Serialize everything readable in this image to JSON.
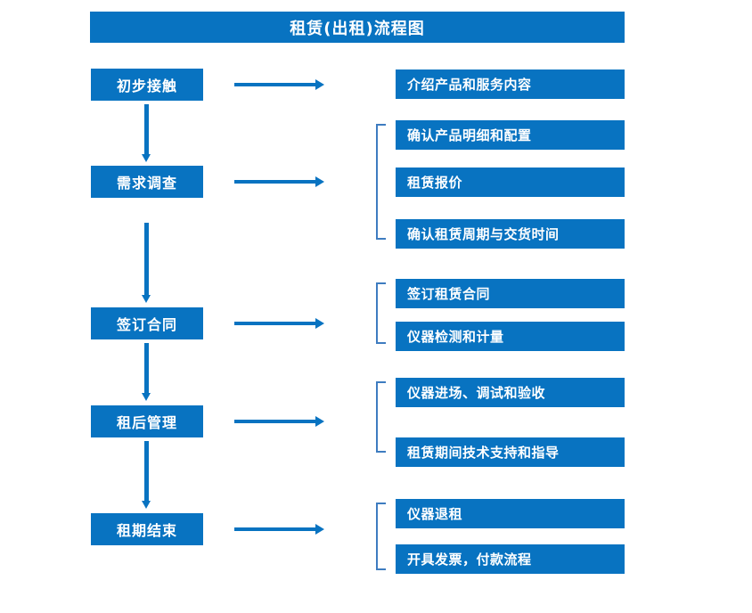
{
  "title": "租赁(出租)流程图",
  "colors": {
    "box_fill": "#0873C1",
    "box_text": "#FFFFFF",
    "arrow": "#0873C1",
    "bracket": "#3E7CC0",
    "background": "#FFFFFF"
  },
  "stages": [
    {
      "label": "初步接触"
    },
    {
      "label": "需求调查"
    },
    {
      "label": "签订合同"
    },
    {
      "label": "租后管理"
    },
    {
      "label": "租期结束"
    }
  ],
  "details": [
    {
      "label": "介绍产品和服务内容"
    },
    {
      "label": "确认产品明细和配置"
    },
    {
      "label": "租赁报价"
    },
    {
      "label": "确认租赁周期与交货时间"
    },
    {
      "label": "签订租赁合同"
    },
    {
      "label": "仪器检测和计量"
    },
    {
      "label": "仪器进场、调试和验收"
    },
    {
      "label": "租赁期间技术支持和指导"
    },
    {
      "label": "仪器退租"
    },
    {
      "label": "开具发票，付款流程"
    }
  ],
  "groups": [
    {
      "stage": "初步接触",
      "detail_indices": [
        0
      ],
      "bracketed": false
    },
    {
      "stage": "需求调查",
      "detail_indices": [
        1,
        2,
        3
      ],
      "bracketed": true
    },
    {
      "stage": "签订合同",
      "detail_indices": [
        4,
        5
      ],
      "bracketed": true
    },
    {
      "stage": "租后管理",
      "detail_indices": [
        6,
        7
      ],
      "bracketed": true
    },
    {
      "stage": "租期结束",
      "detail_indices": [
        8,
        9
      ],
      "bracketed": true
    }
  ],
  "flow_arrows": [
    {
      "from": "初步接触",
      "to": "需求调查",
      "direction": "down"
    },
    {
      "from": "需求调查",
      "to": "签订合同",
      "direction": "down"
    },
    {
      "from": "签订合同",
      "to": "租后管理",
      "direction": "down"
    },
    {
      "from": "租后管理",
      "to": "租期结束",
      "direction": "down"
    },
    {
      "from": "初步接触",
      "to": "介绍产品和服务内容",
      "direction": "right"
    },
    {
      "from": "需求调查",
      "to": "确认产品明细和配置",
      "direction": "right"
    },
    {
      "from": "签订合同",
      "to": "签订租赁合同",
      "direction": "right"
    },
    {
      "from": "租后管理",
      "to": "仪器进场、调试和验收",
      "direction": "right"
    },
    {
      "from": "租期结束",
      "to": "仪器退租",
      "direction": "right"
    }
  ]
}
